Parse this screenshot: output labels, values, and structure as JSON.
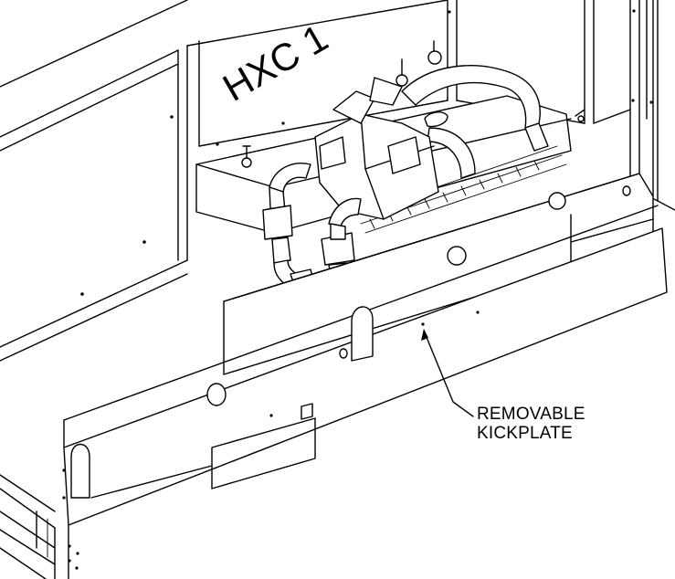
{
  "unit_label": "HXC 1",
  "callout": {
    "line1": "REMOVABLE",
    "line2": "KICKPLATE"
  }
}
